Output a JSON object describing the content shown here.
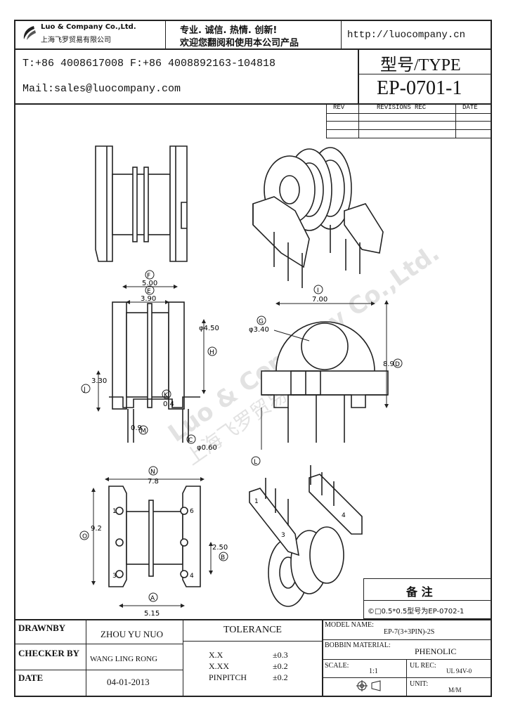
{
  "header": {
    "company_en": "Luo & Company Co.,Ltd.",
    "company_cn": "上海飞罗贸易有限公司",
    "slogan_1": "专业. 诚信. 热情. 创新!",
    "slogan_2": "欢迎您翻阅和使用本公司产品",
    "url": "http://luocompany.cn",
    "phone_line": "T:+86 4008617008 F:+86 4008892163-104818",
    "mail_line": "Mail:sales@luocompany.com",
    "type_label": "型号/TYPE",
    "type_value": "EP-0701-1"
  },
  "revisions": {
    "col_rev": "REV",
    "col_rec": "REVISIONS REC",
    "col_date": "DATE"
  },
  "dimensions": {
    "F": "F",
    "F_val": "5.00",
    "E": "E",
    "E_val": "3.90",
    "H": "H",
    "H_val": "φ4.50",
    "J": "J",
    "J_val": "3.30",
    "K": "K",
    "K_val": "0.4",
    "M": "M",
    "M_val": "0.9",
    "C": "C",
    "C_val": "φ0.60",
    "I": "I",
    "I_val": "7.00",
    "G": "G",
    "G_val": "φ3.40",
    "D": "D",
    "D_val": "8.9",
    "L": "L",
    "N": "N",
    "N_val": "7.8",
    "O": "O",
    "O_val": "9.2",
    "B": "B",
    "B_val": "2.50",
    "A": "A",
    "A_val": "5.15",
    "pins": [
      "1",
      "6",
      "3",
      "4"
    ],
    "pins_iso": [
      "1",
      "3",
      "4"
    ]
  },
  "watermark": {
    "en": "Luo & Company Co.,Ltd.",
    "cn": "上海飞罗贸易有限公司"
  },
  "notes": {
    "title": "备 注",
    "text": "©□0.5*0.5型号为EP-0702-1"
  },
  "title_block": {
    "drawnby_label": "DRAWNBY",
    "drawnby_value": "ZHOU YU NUO",
    "checker_label": "CHECKER BY",
    "checker_value": "WANG LING RONG",
    "date_label": "DATE",
    "date_value": "04-01-2013",
    "tolerance_label": "TOLERANCE",
    "tol_rows": [
      {
        "k": "X.X",
        "v": "±0.3"
      },
      {
        "k": "X.XX",
        "v": "±0.2"
      },
      {
        "k": "PINPITCH",
        "v": "±0.2"
      }
    ],
    "model_label": "MODEL NAME:",
    "model_value": "EP-7(3+3PIN)-2S",
    "material_label": "BOBBIN MATERIAL:",
    "material_value": "PHENOLIC",
    "scale_label": "SCALE:",
    "scale_value": "1:1",
    "ul_label": "UL REC:",
    "ul_value": "UL 94V-0",
    "unit_label": "UNIT:",
    "unit_value": "M/M"
  }
}
